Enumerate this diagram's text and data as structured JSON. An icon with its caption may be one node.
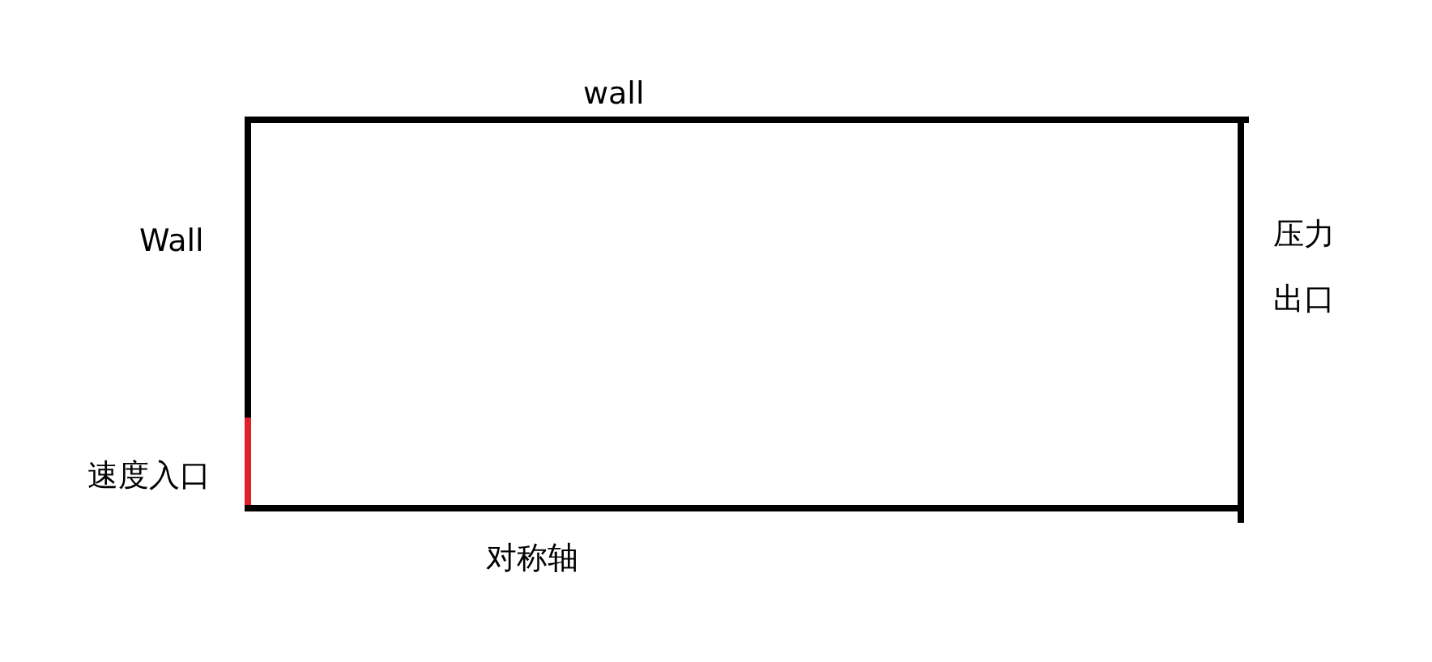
{
  "diagram": {
    "labels": [
      "wall",
      "Wall",
      "压力出口",
      "速度入口",
      "对称轴"
    ]
  }
}
